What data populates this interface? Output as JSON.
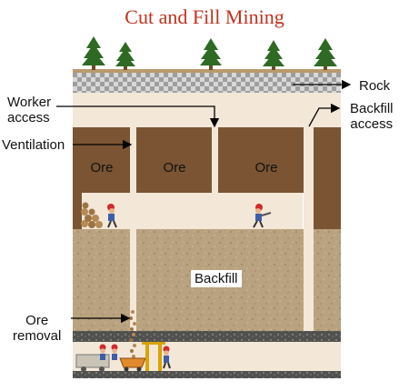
{
  "title": "Cut and Fill Mining",
  "labels": {
    "rock": "Rock",
    "worker_access_line1": "Worker",
    "worker_access_line2": "access",
    "backfill_access_line1": "Backfill",
    "backfill_access_line2": "access",
    "ventilation": "Ventilation",
    "ore": "Ore",
    "backfill": "Backfill",
    "ore_removal_line1": "Ore",
    "ore_removal_line2": "removal"
  },
  "colors": {
    "title": "#c0321e",
    "ore": "#7a5433",
    "backfill": "#b9a27f",
    "access": "#f3e7d8",
    "tree": "#2f6a25",
    "rock_light": "#d8d8d8",
    "rock_dark": "#9e9e9e"
  }
}
